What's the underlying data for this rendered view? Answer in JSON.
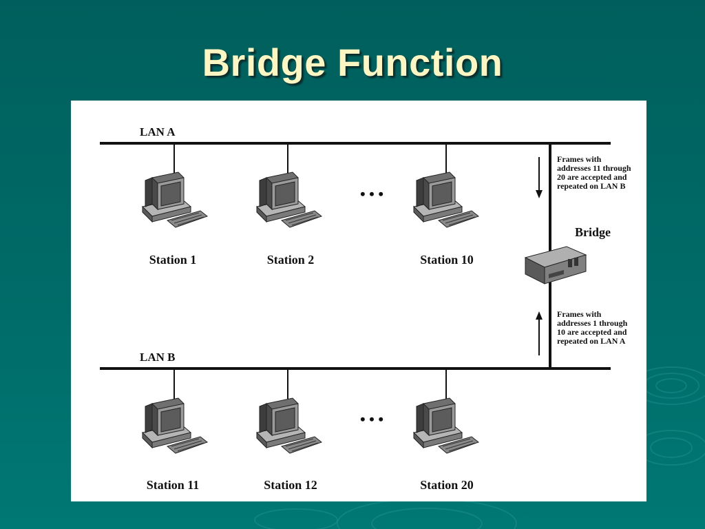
{
  "slide": {
    "title": "Bridge Function"
  },
  "diagram": {
    "lan_a": {
      "label": "LAN A"
    },
    "lan_b": {
      "label": "LAN B"
    },
    "bridge": {
      "label": "Bridge"
    },
    "stations_a": [
      "Station 1",
      "Station 2",
      "Station 10"
    ],
    "stations_b": [
      "Station 11",
      "Station 12",
      "Station 20"
    ],
    "ellipsis": "• • •",
    "note_down": [
      "Frames with",
      "addresses 11 through",
      "20 are accepted and",
      "repeated on LAN B"
    ],
    "note_up": [
      "Frames with",
      "addresses 1 through",
      "10 are accepted and",
      "repeated on LAN A"
    ]
  },
  "colors": {
    "background": "#006b68",
    "title": "#fdf6c3",
    "panel": "#ffffff",
    "line": "#111111"
  }
}
